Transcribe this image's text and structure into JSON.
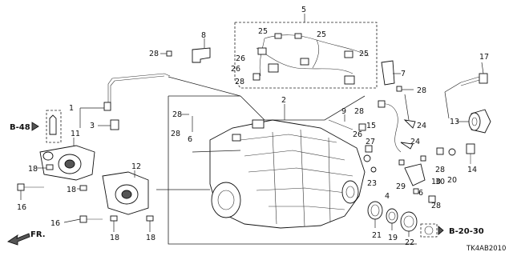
{
  "callouts": {
    "c1": "1",
    "c2": "2",
    "c3": "3",
    "c4": "4",
    "c5": "5",
    "c6a": "6",
    "c6b": "6",
    "c7": "7",
    "c8": "8",
    "c9": "9",
    "c10": "10",
    "c11": "11",
    "c12": "12",
    "c13": "13",
    "c14": "14",
    "c15": "15",
    "c16a": "16",
    "c16b": "16",
    "c17": "17",
    "c18a": "18",
    "c18b": "18",
    "c18c": "18",
    "c18d": "18",
    "c19": "19",
    "c20": "20",
    "c21": "21",
    "c22": "22",
    "c23": "23",
    "c24a": "24",
    "c24b": "24",
    "c25a": "25",
    "c25b": "25",
    "c25c": "25",
    "c26a": "26",
    "c26b": "26",
    "c27": "27",
    "c28a": "28",
    "c28b": "28",
    "c28c": "28",
    "c28d": "28",
    "c28e": "28",
    "c28f": "28",
    "c28g": "28",
    "c28h": "28",
    "c28i": "28",
    "c29": "29",
    "c30": "30"
  },
  "refs": {
    "b48": "B-48",
    "b2030": "B-20-30"
  },
  "direction_label": "FR.",
  "diagram_code": "TK4AB2010"
}
